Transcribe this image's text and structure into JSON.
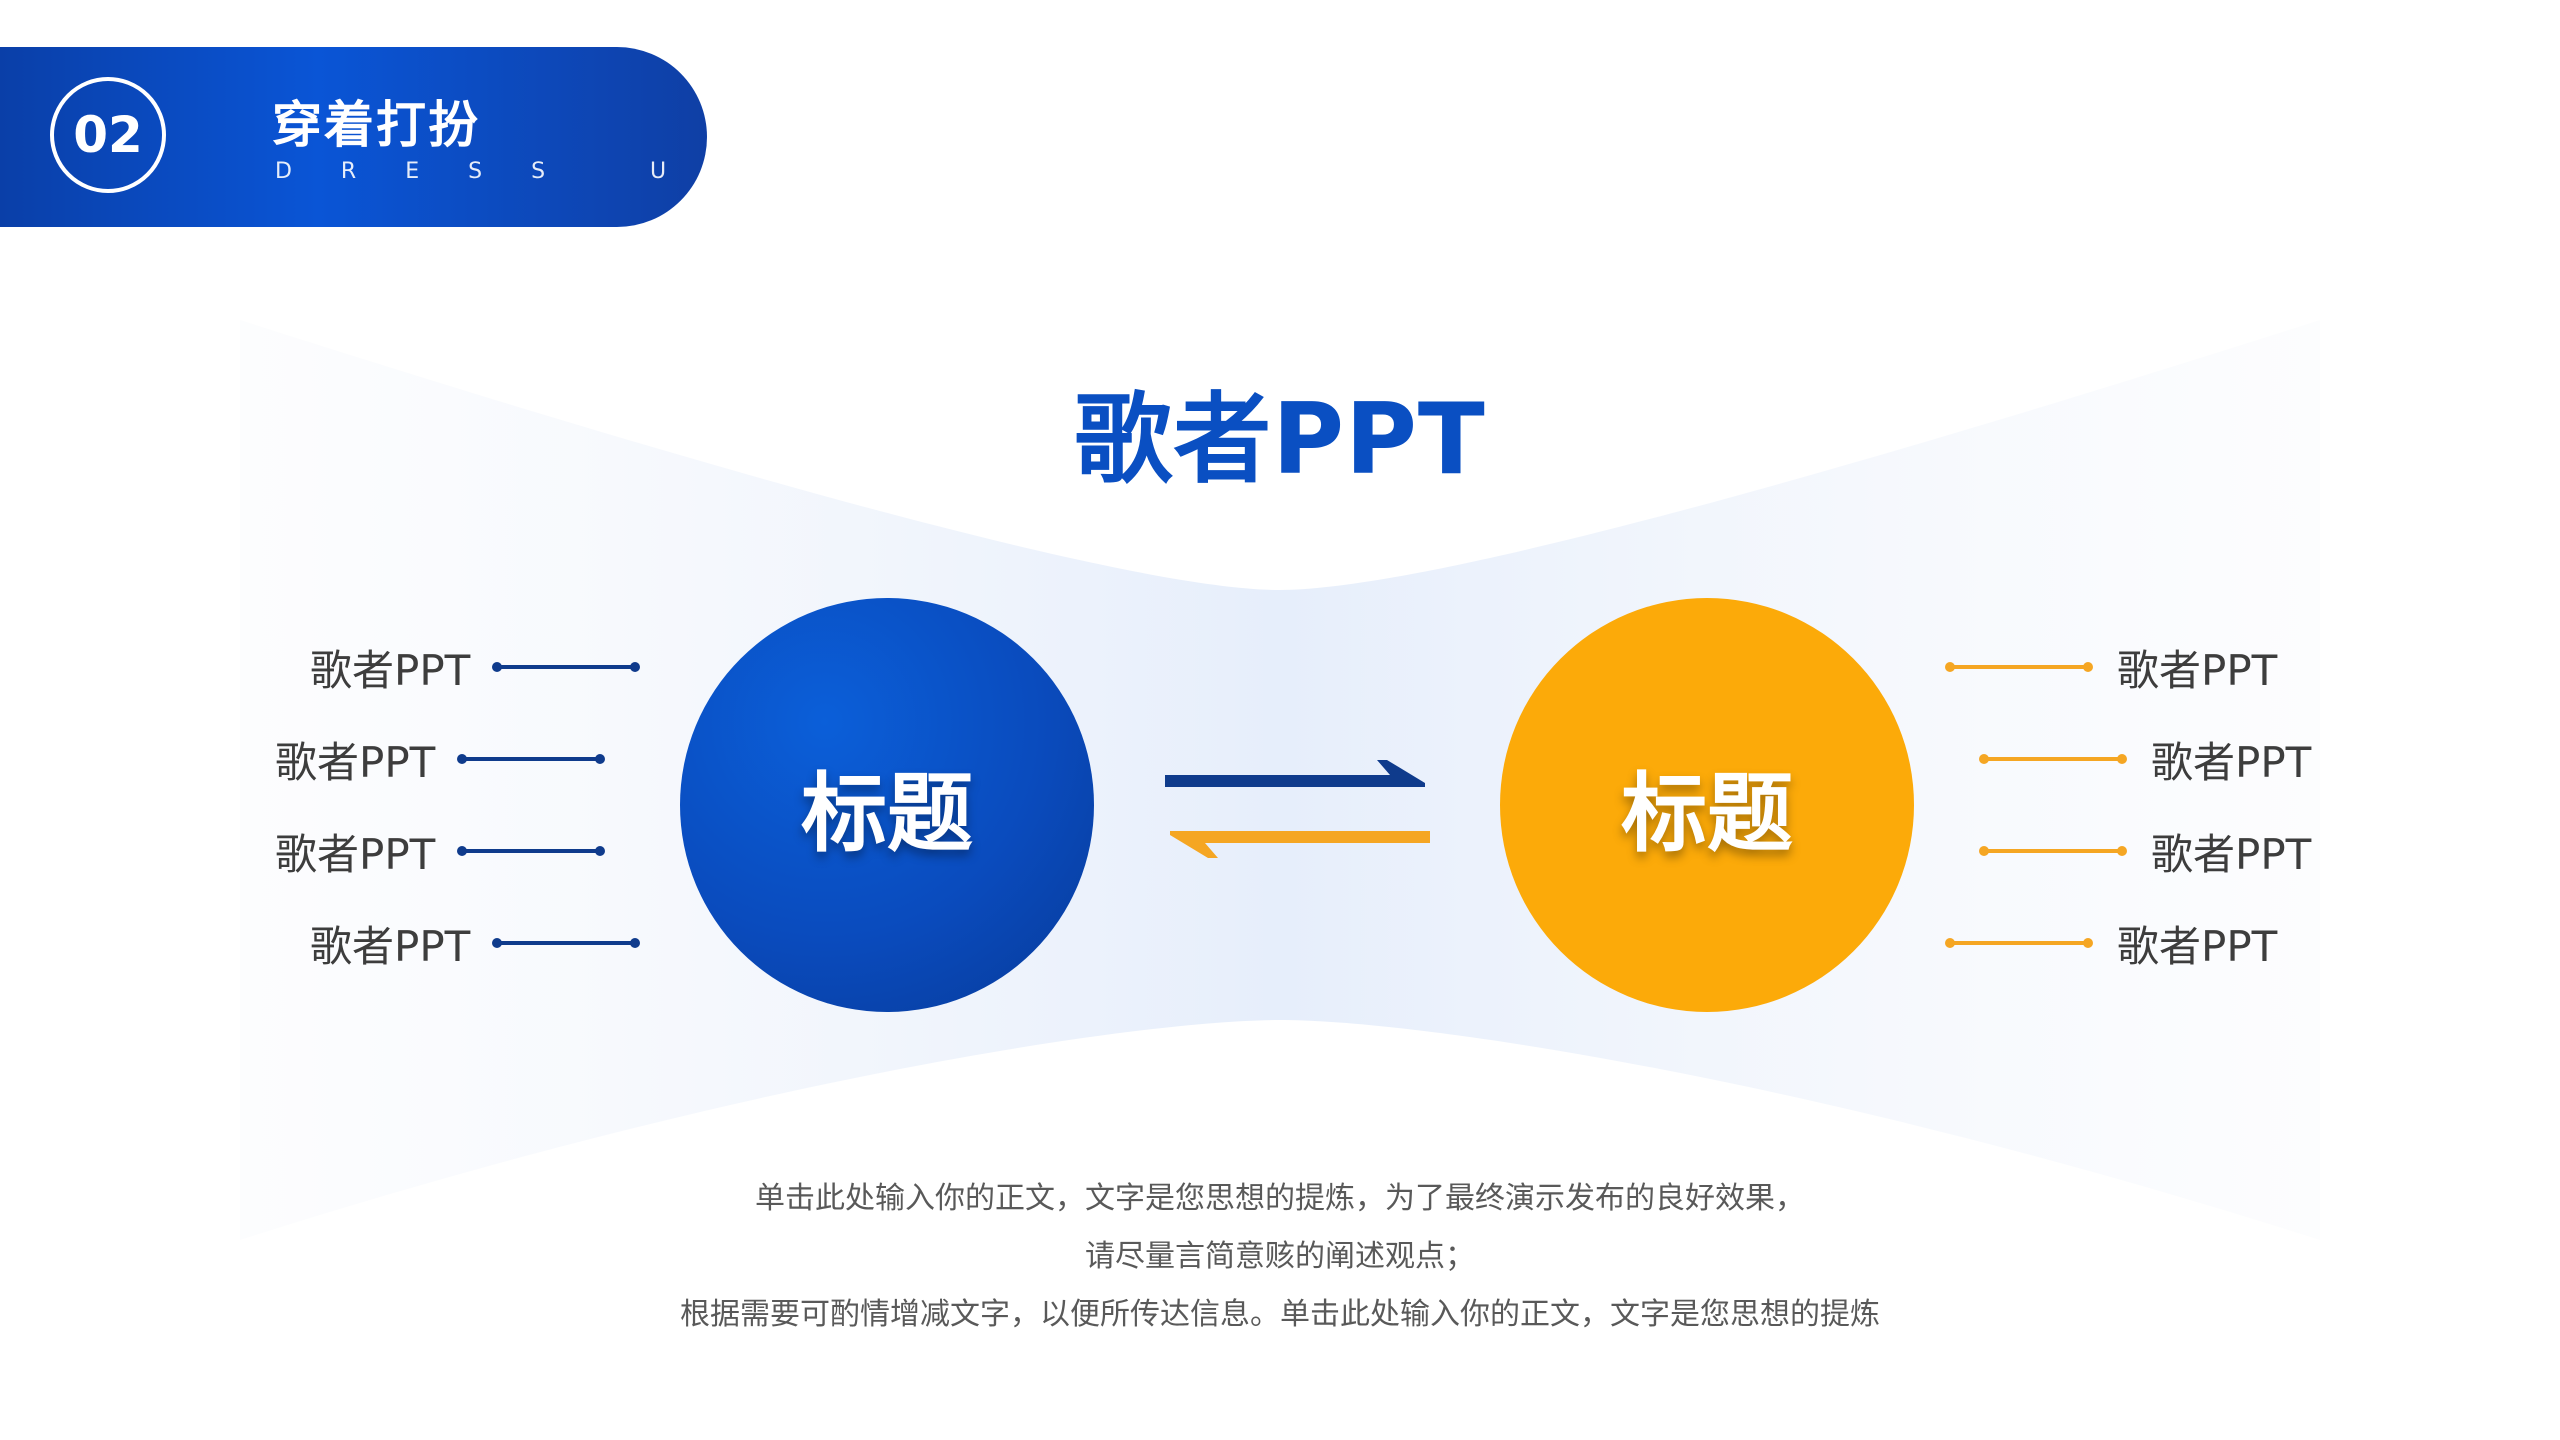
{
  "header": {
    "number": "02",
    "title": "穿着打扮",
    "subtitle": "D R E S S   U P"
  },
  "main_title": "歌者PPT",
  "left_circle": {
    "label": "标题",
    "color": "#0a4bbd"
  },
  "right_circle": {
    "label": "标题",
    "color": "#fcaa09"
  },
  "left_items": [
    "歌者PPT",
    "歌者PPT",
    "歌者PPT",
    "歌者PPT"
  ],
  "right_items": [
    "歌者PPT",
    "歌者PPT",
    "歌者PPT",
    "歌者PPT"
  ],
  "body": {
    "line1": "单击此处输入你的正文，文字是您思想的提炼，为了最终演示发布的良好效果，",
    "line2": "请尽量言简意赅的阐述观点；",
    "line3": "根据需要可酌情增减文字，以便所传达信息。单击此处输入你的正文，文字是您思想的提炼"
  },
  "colors": {
    "blue": "#0a4fc2",
    "dark_blue": "#0f3b8c",
    "orange": "#f5a623"
  },
  "icons": {
    "exchange": "exchange-arrows-icon"
  }
}
